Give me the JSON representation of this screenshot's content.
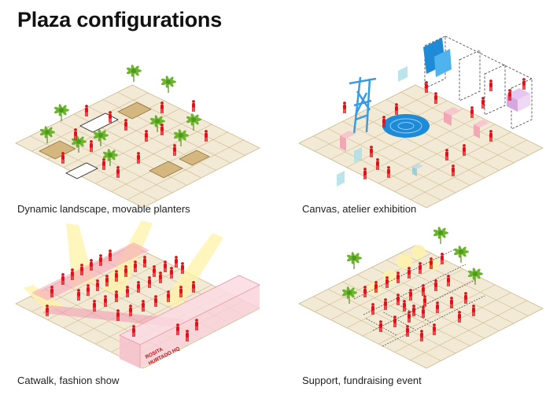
{
  "title": "Plaza configurations",
  "panels": [
    {
      "caption": "Dynamic landscape, movable planters"
    },
    {
      "caption": "Canvas, atelier exhibition"
    },
    {
      "caption": "Catwalk, fashion show",
      "sign_line1": "ROSITA",
      "sign_line2": "HURTADO HQ"
    },
    {
      "caption": "Support, fundraising event"
    }
  ],
  "colors": {
    "ground": "#f3ead6",
    "grid": "#cbb98f",
    "figure": "#e4111b",
    "plant": "#6ab52c",
    "water": "#1f8ad6",
    "light": "#fff3a8",
    "pink": "#f7c6ce",
    "lavender": "#e6c6ee",
    "planter_box": "#d4b77e"
  }
}
